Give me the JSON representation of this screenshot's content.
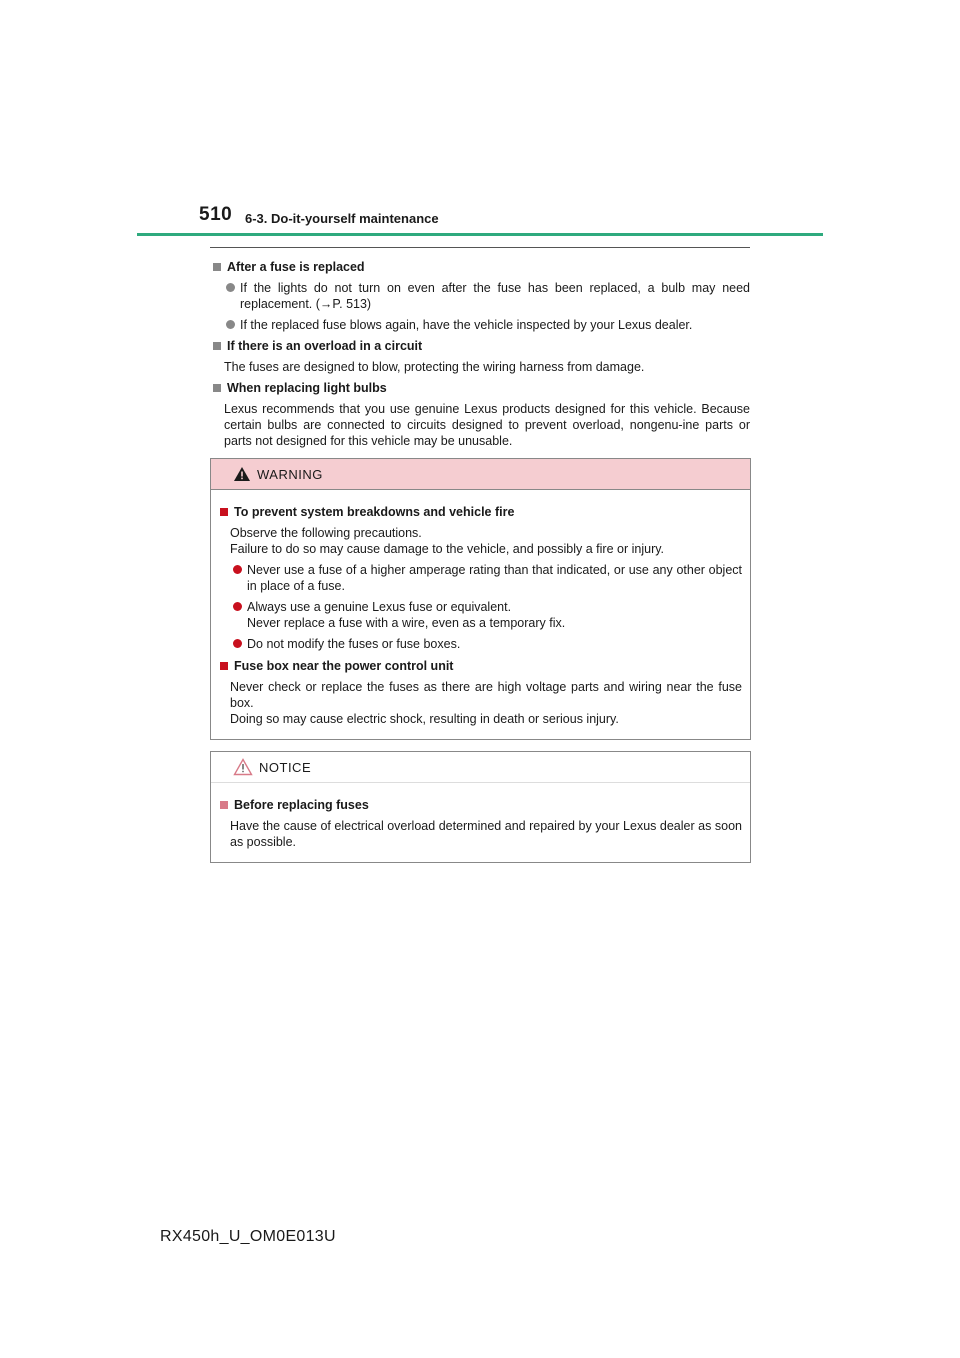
{
  "header": {
    "page_number": "510",
    "section_title": "6-3. Do-it-yourself maintenance"
  },
  "sections": {
    "after_replaced": {
      "heading": "After a fuse is replaced",
      "bullets": [
        "If the lights do not turn on even after the fuse has been replaced, a bulb may need replacement. (→P. 513)",
        "If the replaced fuse blows again, have the vehicle inspected by your Lexus dealer."
      ]
    },
    "overload": {
      "heading": "If there is an overload in a circuit",
      "text": "The fuses are designed to blow, protecting the wiring harness from damage."
    },
    "bulbs": {
      "heading": "When replacing light bulbs",
      "text": "Lexus recommends that you use genuine Lexus products designed for this vehicle. Because certain bulbs are connected to circuits designed to prevent overload, nongenu-ine parts or parts not designed for this vehicle may be unusable."
    }
  },
  "warning": {
    "title": "WARNING",
    "sub1": {
      "heading": "To prevent system breakdowns and vehicle fire",
      "intro1": "Observe the following precautions.",
      "intro2": "Failure to do so may cause damage to the vehicle, and possibly a fire or injury.",
      "bullet1": "Never use a fuse of a higher amperage rating than that indicated, or use any other object in place of a fuse.",
      "bullet2a": "Always use a genuine Lexus fuse or equivalent.",
      "bullet2b": "Never replace a fuse with a wire, even as a temporary fix.",
      "bullet3": "Do not modify the fuses or fuse boxes."
    },
    "sub2": {
      "heading": "Fuse box near the power control unit",
      "text1": "Never check or replace the fuses as there are high voltage parts and wiring near the fuse box.",
      "text2": "Doing so may cause electric shock, resulting in death or serious injury."
    }
  },
  "notice": {
    "title": "NOTICE",
    "heading": "Before replacing fuses",
    "text": "Have the cause of electrical overload determined and repaired by your Lexus dealer as soon as possible."
  },
  "footer": {
    "code": "RX450h_U_OM0E013U"
  },
  "colors": {
    "header_rule": "#2eaa7e",
    "warning_bg": "#f5cdd1",
    "warning_accent": "#c8101e",
    "notice_accent": "#d87a88"
  },
  "icons": {
    "warning": "warning-triangle-icon",
    "notice": "notice-triangle-icon"
  }
}
